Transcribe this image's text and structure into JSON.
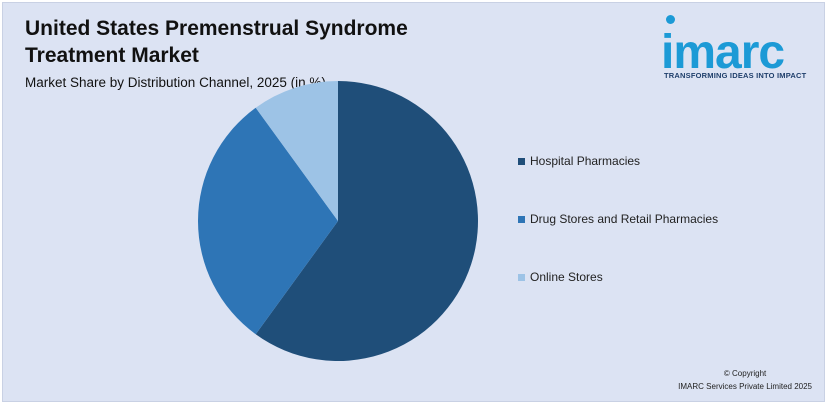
{
  "title": "United States Premenstrual Syndrome Treatment Market",
  "subtitle": "Market Share by Distribution Channel, 2025 (in %)",
  "logo": {
    "wordmark": "imarc",
    "tagline": "TRANSFORMING IDEAS INTO IMPACT",
    "color": "#1c9ad6"
  },
  "copyright": {
    "line1": "© Copyright",
    "line2": "IMARC Services Private Limited 2025"
  },
  "chart_data": {
    "type": "pie",
    "title": "United States Premenstrual Syndrome Treatment Market",
    "subtitle": "Market Share by Distribution Channel, 2025 (in %)",
    "legend_position": "right",
    "start": "12 o'clock, clockwise",
    "slices": [
      {
        "label": "Hospital Pharmacies",
        "value": 60,
        "color": "#1f4e79"
      },
      {
        "label": "Drug Stores and Retail Pharmacies",
        "value": 30,
        "color": "#2e75b6"
      },
      {
        "label": "Online Stores",
        "value": 10,
        "color": "#9dc3e6"
      }
    ]
  }
}
